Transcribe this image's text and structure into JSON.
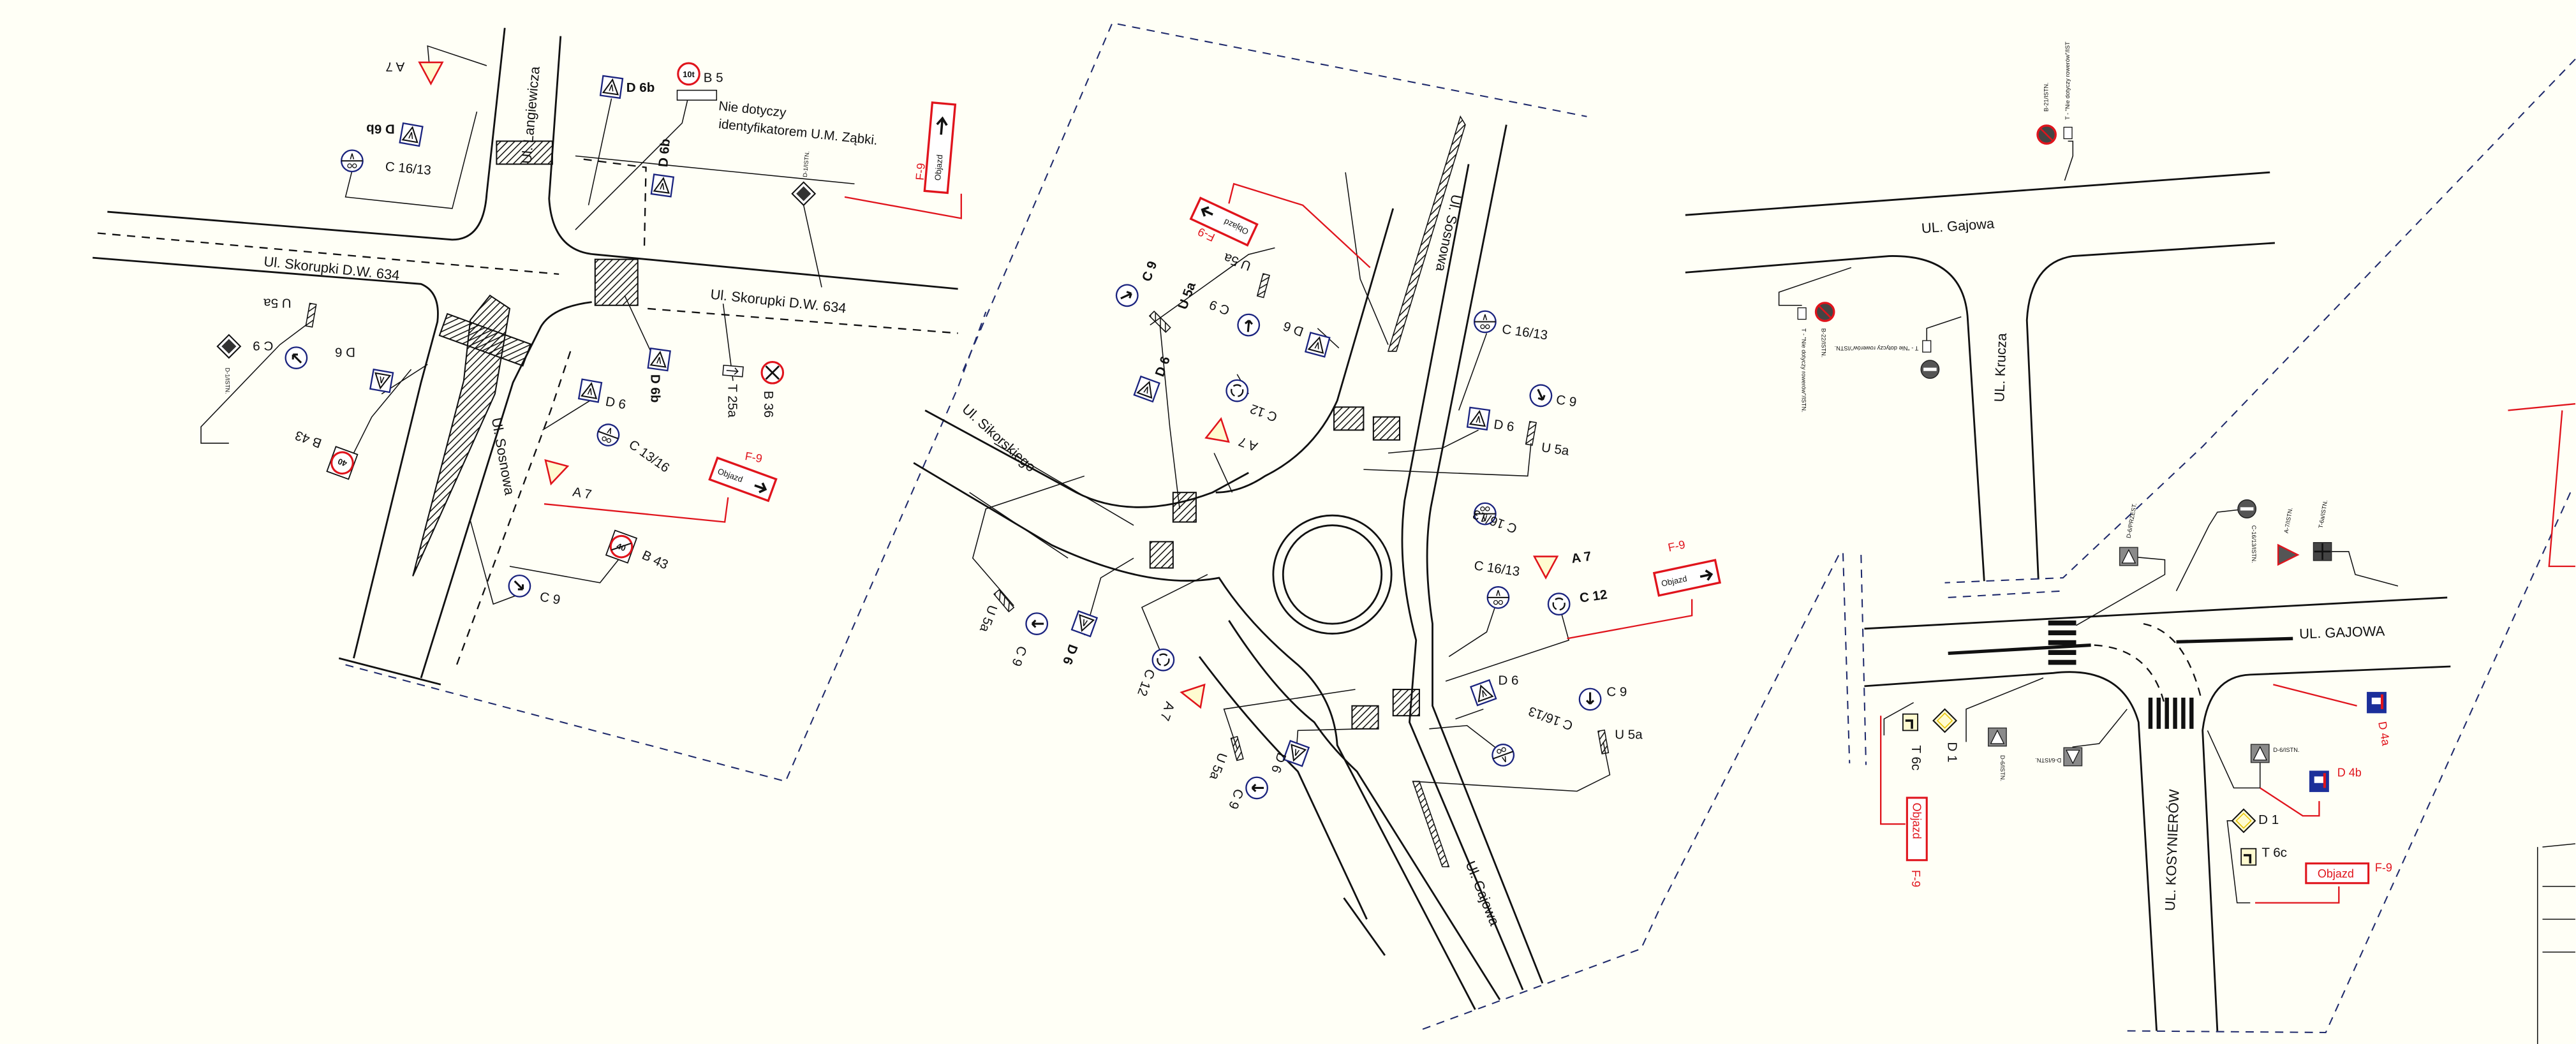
{
  "colors": {
    "paper": "#fffff6",
    "line": "#111111",
    "boundary": "#1f2a6b",
    "detour": "#e0141c",
    "sign_blue": "#1a237e",
    "warning_fill": "#fffbd0"
  },
  "left": {
    "streets": {
      "langiewicza": "Ul. Langiewicza",
      "skorupki_w": "Ul. Skorupki D.W. 634",
      "skorupki_e": "Ul. Skorupki D.W. 634",
      "sosnowa": "Ul. Sosnowa"
    },
    "plate_note": [
      "Nie dotyczy",
      "identyfikatorem U.M. Ząbki."
    ],
    "labels": [
      "A 7",
      "D 6b",
      "C 16/13",
      "D 6b",
      "B 5",
      "D 6b",
      "D-1/ISTN.",
      "F-9",
      "Objazd",
      "U 5a",
      "C 9",
      "D-1/ISTN.",
      "D 6",
      "D 6b",
      "D 6",
      "T 25a",
      "B 36",
      "C 13/16",
      "A 7",
      "F-9",
      "Objazd",
      "B 43",
      "B 43",
      "C 9"
    ],
    "sign_text": {
      "b5": "10t",
      "b43": "40"
    }
  },
  "middle": {
    "streets": {
      "sosnowa": "Ul. Sosnowa",
      "sikorskiego": "Ul. Sikorskiego",
      "gajowa": "Ul. Gajowa"
    },
    "labels": [
      "F-9",
      "Objazd",
      "C 9",
      "U 5a",
      "U 5a",
      "C 9",
      "D 6",
      "D 6",
      "C 12",
      "A 7",
      "C 16/13",
      "C 9",
      "D 6",
      "U 5a",
      "C 16/13",
      "C 16/13",
      "A 7",
      "C 12",
      "F-9",
      "Objazd",
      "U 5a",
      "C 9",
      "D 6",
      "C 12",
      "A 7",
      "U 5a",
      "C 9",
      "D 6",
      "D 6",
      "C 9",
      "U 5a",
      "C 16/13"
    ]
  },
  "right": {
    "streets": {
      "gajowa_top": "UL. Gajowa",
      "krucza": "UL. Krucza",
      "gajowa_low": "UL. GAJOWA",
      "kosynierow": "UL. KOSYNIERÓW"
    },
    "labels": [
      "B-21/ISTN.",
      "T - \"Nie dotyczy rowerów\"/IST",
      "B-22/ISTN.",
      "T - \"Nie dotyczy rowerów\"/ISTN.",
      "T - \"Nie dotyczy rowerów\"/ISTN.",
      "D-6/PRZEST.",
      "C-16/13/ISTN.",
      "A-7/ISTN.",
      "T-6a/ISTN.",
      "T 6c",
      "D 1",
      "D-6/ISTN.",
      "D-6/ISTN.",
      "F-9",
      "Objazd",
      "D 4a",
      "D 4b",
      "D-6/ISTN.",
      "D 1",
      "T 6c",
      "Objazd",
      "F-9"
    ]
  }
}
